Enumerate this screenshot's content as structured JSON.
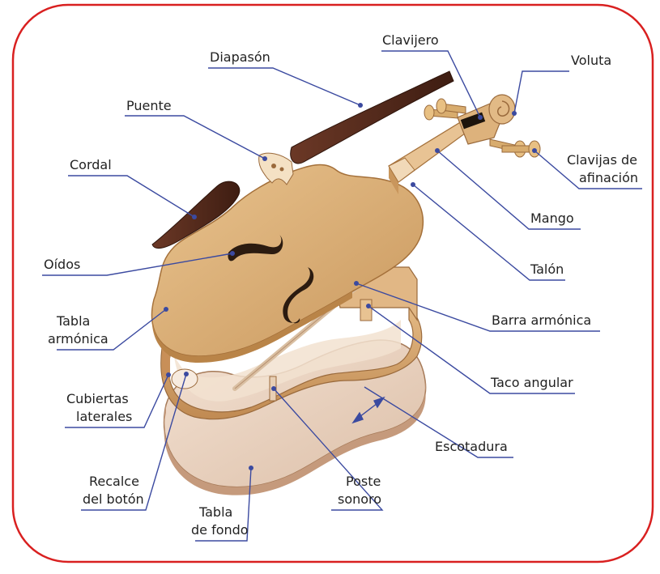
{
  "diagram": {
    "labels": {
      "diapason": "Diapasón",
      "clavijero": "Clavijero",
      "voluta": "Voluta",
      "puente": "Puente",
      "clavijas_1": "Clavijas de",
      "clavijas_2": "afinación",
      "cordal": "Cordal",
      "mango": "Mango",
      "oidos": "Oídos",
      "talon": "Talón",
      "tabla_armonica_1": "Tabla",
      "tabla_armonica_2": "armónica",
      "barra_armonica": "Barra armónica",
      "cubiertas_1": "Cubiertas",
      "cubiertas_2": "laterales",
      "taco_angular": "Taco angular",
      "escotadura": "Escotadura",
      "recalce_1": "Recalce",
      "recalce_2": "del botón",
      "poste_1": "Poste",
      "poste_2": "sonoro",
      "tabla_fondo_1": "Tabla",
      "tabla_fondo_2": "de fondo"
    },
    "colors": {
      "frame": "#d92020",
      "leader": "#3b4aa0",
      "wood_top": "#dcb07a",
      "wood_dark": "#5a2d1c",
      "back_plate": "#edd6c4"
    }
  }
}
